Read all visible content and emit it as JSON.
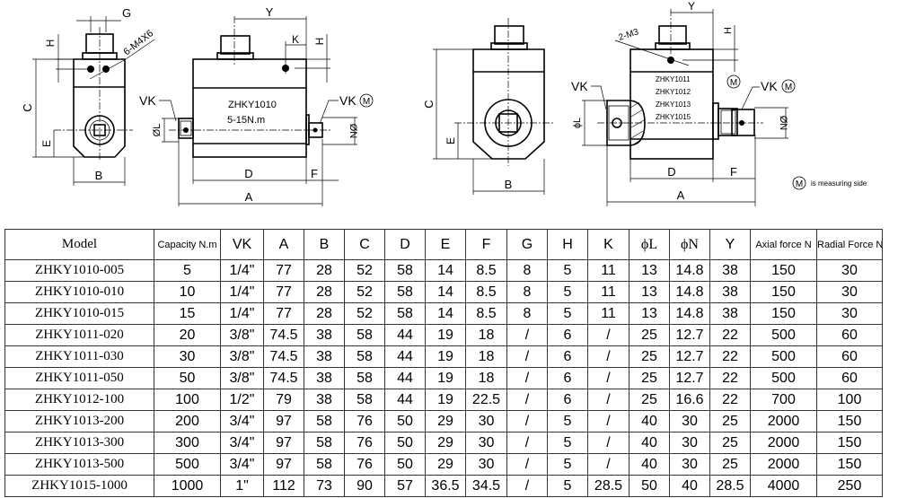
{
  "drawings": {
    "view1": {
      "labels": {
        "G": "G",
        "H": "H",
        "C": "C",
        "E": "E",
        "B": "B",
        "thread": "6-M4X6"
      }
    },
    "view2": {
      "labels": {
        "Y": "Y",
        "K": "K",
        "H": "H",
        "VK_left": "VK",
        "VK_right": "VK",
        "M": "M",
        "L": "ØL",
        "N": "ØN",
        "D": "D",
        "F": "F",
        "A": "A"
      },
      "model": "ZHKY1010",
      "range": "5-15N.m"
    },
    "view3": {
      "labels": {
        "C": "C",
        "E": "E",
        "B": "B"
      }
    },
    "view4": {
      "labels": {
        "Y": "Y",
        "H": "H",
        "thread": "2-M3",
        "M_top": "M",
        "VK_left": "VK",
        "VK_right": "VK",
        "M": "M",
        "L": "ϕL",
        "N": "ØN",
        "D": "D",
        "F": "F",
        "A": "A"
      },
      "models": [
        "ZHKY1011",
        "ZHKY1012",
        "ZHKY1013",
        "ZHKY1015"
      ]
    },
    "legend": {
      "symbol": "M",
      "text": "is measuring side"
    }
  },
  "table": {
    "headers": [
      "Model",
      "Capacity N.m",
      "VK",
      "A",
      "B",
      "C",
      "D",
      "E",
      "F",
      "G",
      "H",
      "K",
      "ϕL",
      "ϕN",
      "Y",
      "Axial force N",
      "Radial Force N"
    ],
    "rows": [
      [
        "ZHKY1010-005",
        "5",
        "1/4\"",
        "77",
        "28",
        "52",
        "58",
        "14",
        "8.5",
        "8",
        "5",
        "11",
        "13",
        "14.8",
        "38",
        "150",
        "30"
      ],
      [
        "ZHKY1010-010",
        "10",
        "1/4\"",
        "77",
        "28",
        "52",
        "58",
        "14",
        "8.5",
        "8",
        "5",
        "11",
        "13",
        "14.8",
        "38",
        "150",
        "30"
      ],
      [
        "ZHKY1010-015",
        "15",
        "1/4\"",
        "77",
        "28",
        "52",
        "58",
        "14",
        "8.5",
        "8",
        "5",
        "11",
        "13",
        "14.8",
        "38",
        "150",
        "30"
      ],
      [
        "ZHKY1011-020",
        "20",
        "3/8\"",
        "74.5",
        "38",
        "58",
        "44",
        "19",
        "18",
        "/",
        "6",
        "/",
        "25",
        "12.7",
        "22",
        "500",
        "60"
      ],
      [
        "ZHKY1011-030",
        "30",
        "3/8\"",
        "74.5",
        "38",
        "58",
        "44",
        "19",
        "18",
        "/",
        "6",
        "/",
        "25",
        "12.7",
        "22",
        "500",
        "60"
      ],
      [
        "ZHKY1011-050",
        "50",
        "3/8\"",
        "74.5",
        "38",
        "58",
        "44",
        "19",
        "18",
        "/",
        "6",
        "/",
        "25",
        "12.7",
        "22",
        "500",
        "60"
      ],
      [
        "ZHKY1012-100",
        "100",
        "1/2\"",
        "79",
        "38",
        "58",
        "44",
        "19",
        "22.5",
        "/",
        "6",
        "/",
        "25",
        "16.6",
        "22",
        "700",
        "100"
      ],
      [
        "ZHKY1013-200",
        "200",
        "3/4\"",
        "97",
        "58",
        "76",
        "50",
        "29",
        "30",
        "/",
        "5",
        "/",
        "40",
        "30",
        "25",
        "2000",
        "150"
      ],
      [
        "ZHKY1013-300",
        "300",
        "3/4\"",
        "97",
        "58",
        "76",
        "50",
        "29",
        "30",
        "/",
        "5",
        "/",
        "40",
        "30",
        "25",
        "2000",
        "150"
      ],
      [
        "ZHKY1013-500",
        "500",
        "3/4\"",
        "97",
        "58",
        "76",
        "50",
        "29",
        "30",
        "/",
        "5",
        "/",
        "40",
        "30",
        "25",
        "2000",
        "150"
      ],
      [
        "ZHKY1015-1000",
        "1000",
        "1\"",
        "112",
        "73",
        "90",
        "57",
        "36.5",
        "34.5",
        "/",
        "5",
        "28.5",
        "50",
        "40",
        "28.5",
        "4000",
        "250"
      ]
    ]
  }
}
